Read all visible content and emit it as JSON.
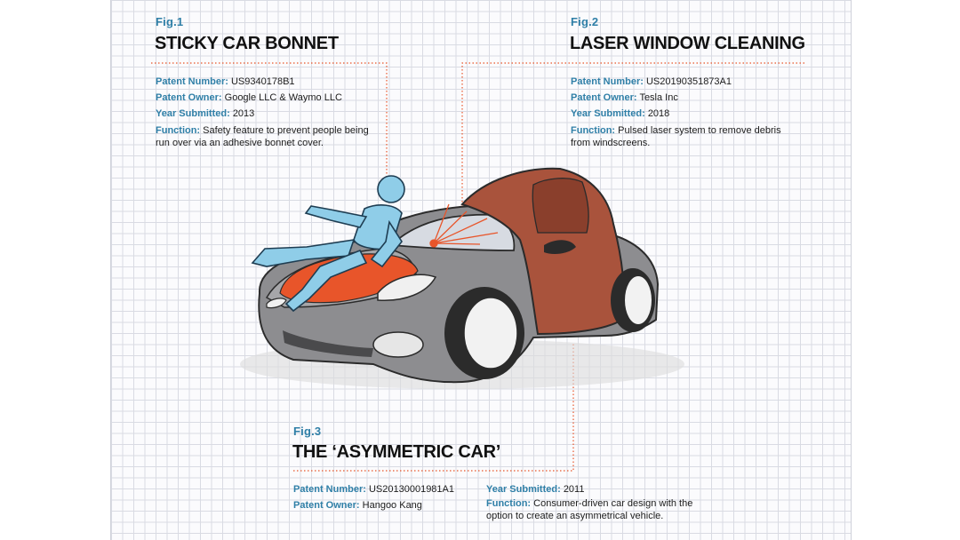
{
  "colors": {
    "accent_blue": "#2f7fa7",
    "accent_orange": "#e8552a",
    "grid": "#d9dbe3",
    "car_grey": "#8d8d90",
    "car_red": "#a9533c"
  },
  "fig1": {
    "number": "Fig.1",
    "title": "STICKY CAR BONNET",
    "patent_number_label": "Patent Number:",
    "patent_number": "US9340178B1",
    "patent_owner_label": "Patent Owner:",
    "patent_owner": "Google LLC & Waymo LLC",
    "year_label": "Year Submitted:",
    "year": "2013",
    "function_label": "Function:",
    "function": "Safety feature to prevent people being run over via an adhesive bonnet cover."
  },
  "fig2": {
    "number": "Fig.2",
    "title": "LASER WINDOW CLEANING",
    "patent_number_label": "Patent Number:",
    "patent_number": "US20190351873A1",
    "patent_owner_label": "Patent Owner:",
    "patent_owner": "Tesla Inc",
    "year_label": "Year Submitted:",
    "year": "2018",
    "function_label": "Function:",
    "function": "Pulsed laser system to remove debris from windscreens."
  },
  "fig3": {
    "number": "Fig.3",
    "title": "THE ‘ASYMMETRIC CAR’",
    "patent_number_label": "Patent Number:",
    "patent_number": "US20130001981A1",
    "patent_owner_label": "Patent Owner:",
    "patent_owner": "Hangoo Kang",
    "year_label": "Year Submitted:",
    "year": "2011",
    "function_label": "Function:",
    "function": "Consumer-driven car design with the option to create an asymmetrical vehicle."
  },
  "illustration": {
    "subject": "grey sports car with red asymmetric cabin, crash dummy on sticky bonnet, laser beams on windscreen"
  }
}
